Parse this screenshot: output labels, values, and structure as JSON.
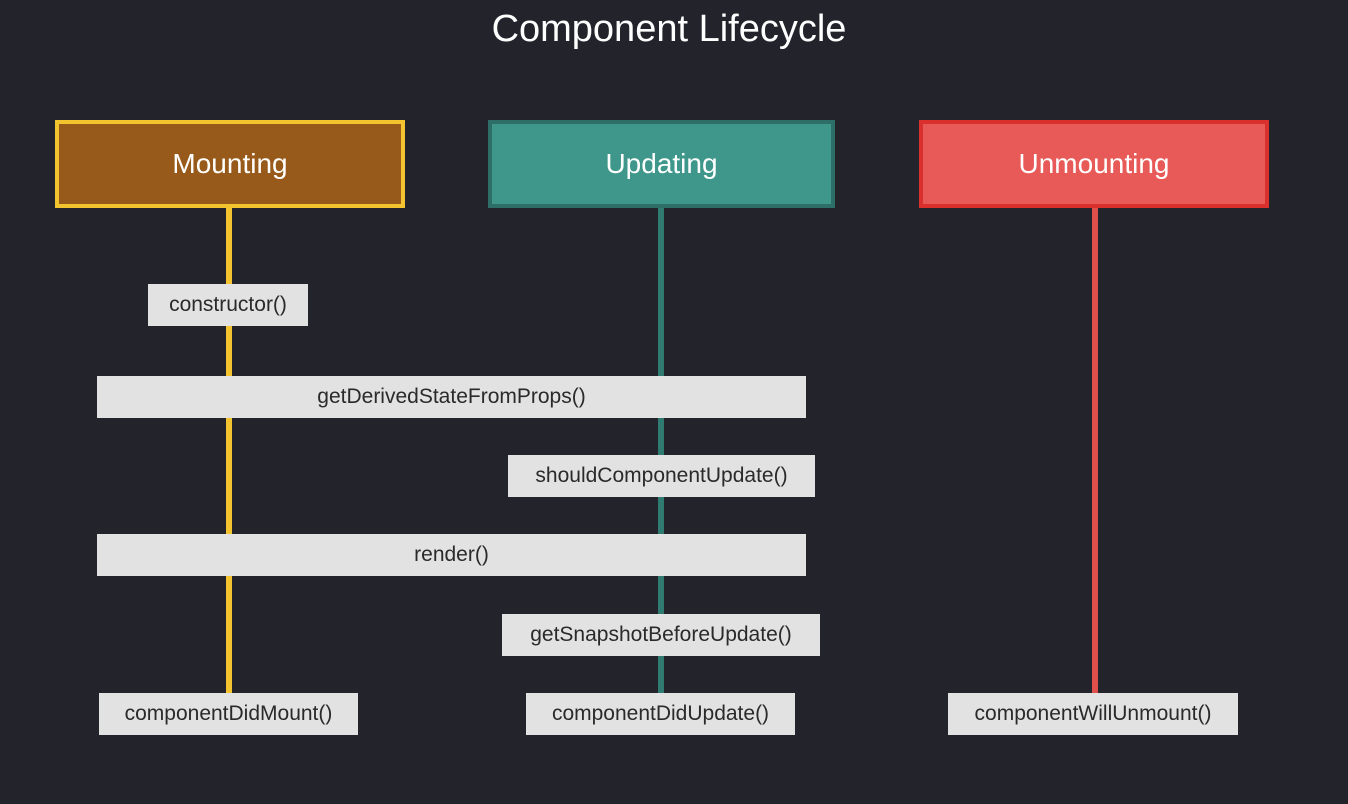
{
  "title": "Component Lifecycle",
  "colors": {
    "background": "#22232b",
    "mounting_fill": "#975a1a",
    "mounting_border": "#f4c430",
    "mounting_line": "#f4c430",
    "updating_fill": "#3f978b",
    "updating_border": "#2d6f68",
    "updating_line": "#2f7b72",
    "unmounting_fill": "#e85a57",
    "unmounting_border": "#d9302e",
    "unmounting_line": "#e04f4c",
    "method_fill": "#e2e2e2",
    "method_text": "#2a2a2a"
  },
  "phases": [
    {
      "label": "Mounting"
    },
    {
      "label": "Updating"
    },
    {
      "label": "Unmounting"
    }
  ],
  "methods": {
    "constructor": "constructor()",
    "get_derived_state_from_props": "getDerivedStateFromProps()",
    "should_component_update": "shouldComponentUpdate()",
    "render": "render()",
    "get_snapshot_before_update": "getSnapshotBeforeUpdate()",
    "component_did_mount": "componentDidMount()",
    "component_did_update": "componentDidUpdate()",
    "component_will_unmount": "componentWillUnmount()"
  }
}
